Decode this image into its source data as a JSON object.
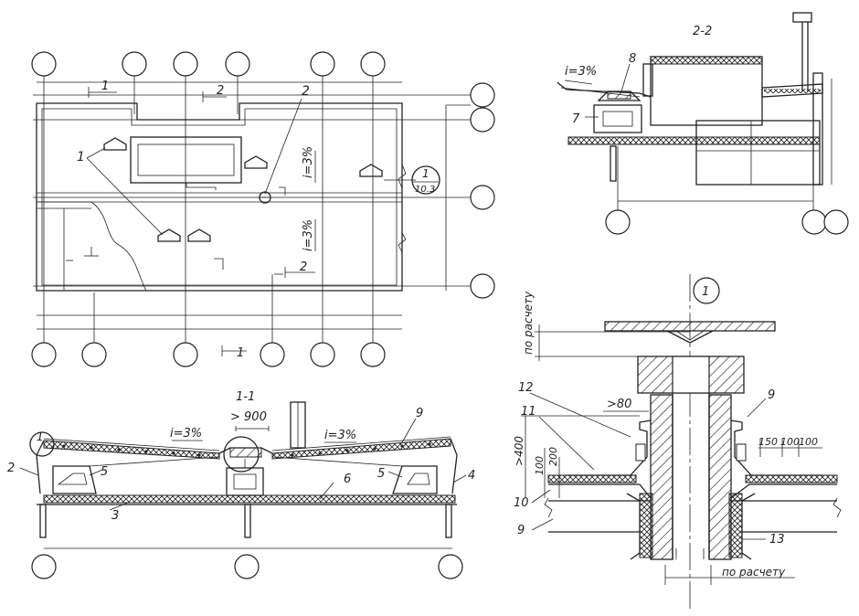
{
  "sections": {
    "s11": "1-1",
    "s22": "2-2"
  },
  "plan_labels": {
    "cut1_top": "1",
    "cut2_top": "2",
    "drain2": "2",
    "funnel1": "1",
    "cut2_bottom": "2",
    "cut1_bottom": "1",
    "slope_a": "i=3%",
    "slope_b": "i=3%",
    "node_num": "1",
    "node_sheet": "10.3"
  },
  "s11_labels": {
    "slope_left": "i=3%",
    "slope_right": "i=3%",
    "gt900": "> 900",
    "n9": "9",
    "n1": "1",
    "n2": "2",
    "n5a": "5",
    "n5b": "5",
    "n6": "6",
    "n4": "4",
    "n3": "3"
  },
  "s22_labels": {
    "slope": "i=3%",
    "n8": "8",
    "n7": "7"
  },
  "detail_labels": {
    "bubble": "1",
    "calc_top": "по расчету",
    "gt80": ">80",
    "n12": "12",
    "n11": "11",
    "n9a": "9",
    "gt400": ">400",
    "d100a": "100",
    "d200": "200",
    "d150": "150",
    "d100b": "100",
    "d100c": "100",
    "n10": "10",
    "n9b": "9",
    "n13": "13",
    "calc_bottom": "по расчету"
  }
}
